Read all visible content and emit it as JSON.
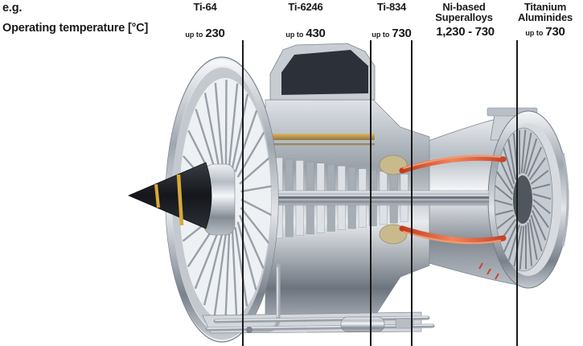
{
  "header": {
    "example_label": "e.g.",
    "temperature_label": "Operating temperature [°C]"
  },
  "columns": [
    {
      "material": "Ti-64",
      "temp_prefix": "up to",
      "temp_value": "230"
    },
    {
      "material": "Ti-6246",
      "temp_prefix": "up to",
      "temp_value": "430"
    },
    {
      "material": "Ti-834",
      "temp_prefix": "up to",
      "temp_value": "730"
    },
    {
      "material": "Ni-based\nSuperalloys",
      "temp_prefix": "",
      "temp_value": "1,230 - 730"
    },
    {
      "material": "Titanium\nAluminides",
      "temp_prefix": "up to",
      "temp_value": "730"
    }
  ],
  "figure": {
    "illustration_name": "turbofan-engine-cutaway",
    "divider_color": "#1a1a1a",
    "text_color": "#1a1a1a",
    "hot_section_color": "#cc4327",
    "gold_accent_color": "#d0a03a",
    "metal_light_color": "#eef1f4",
    "metal_dark_color": "#7e858f",
    "spinner_color": "#1c1f26"
  }
}
